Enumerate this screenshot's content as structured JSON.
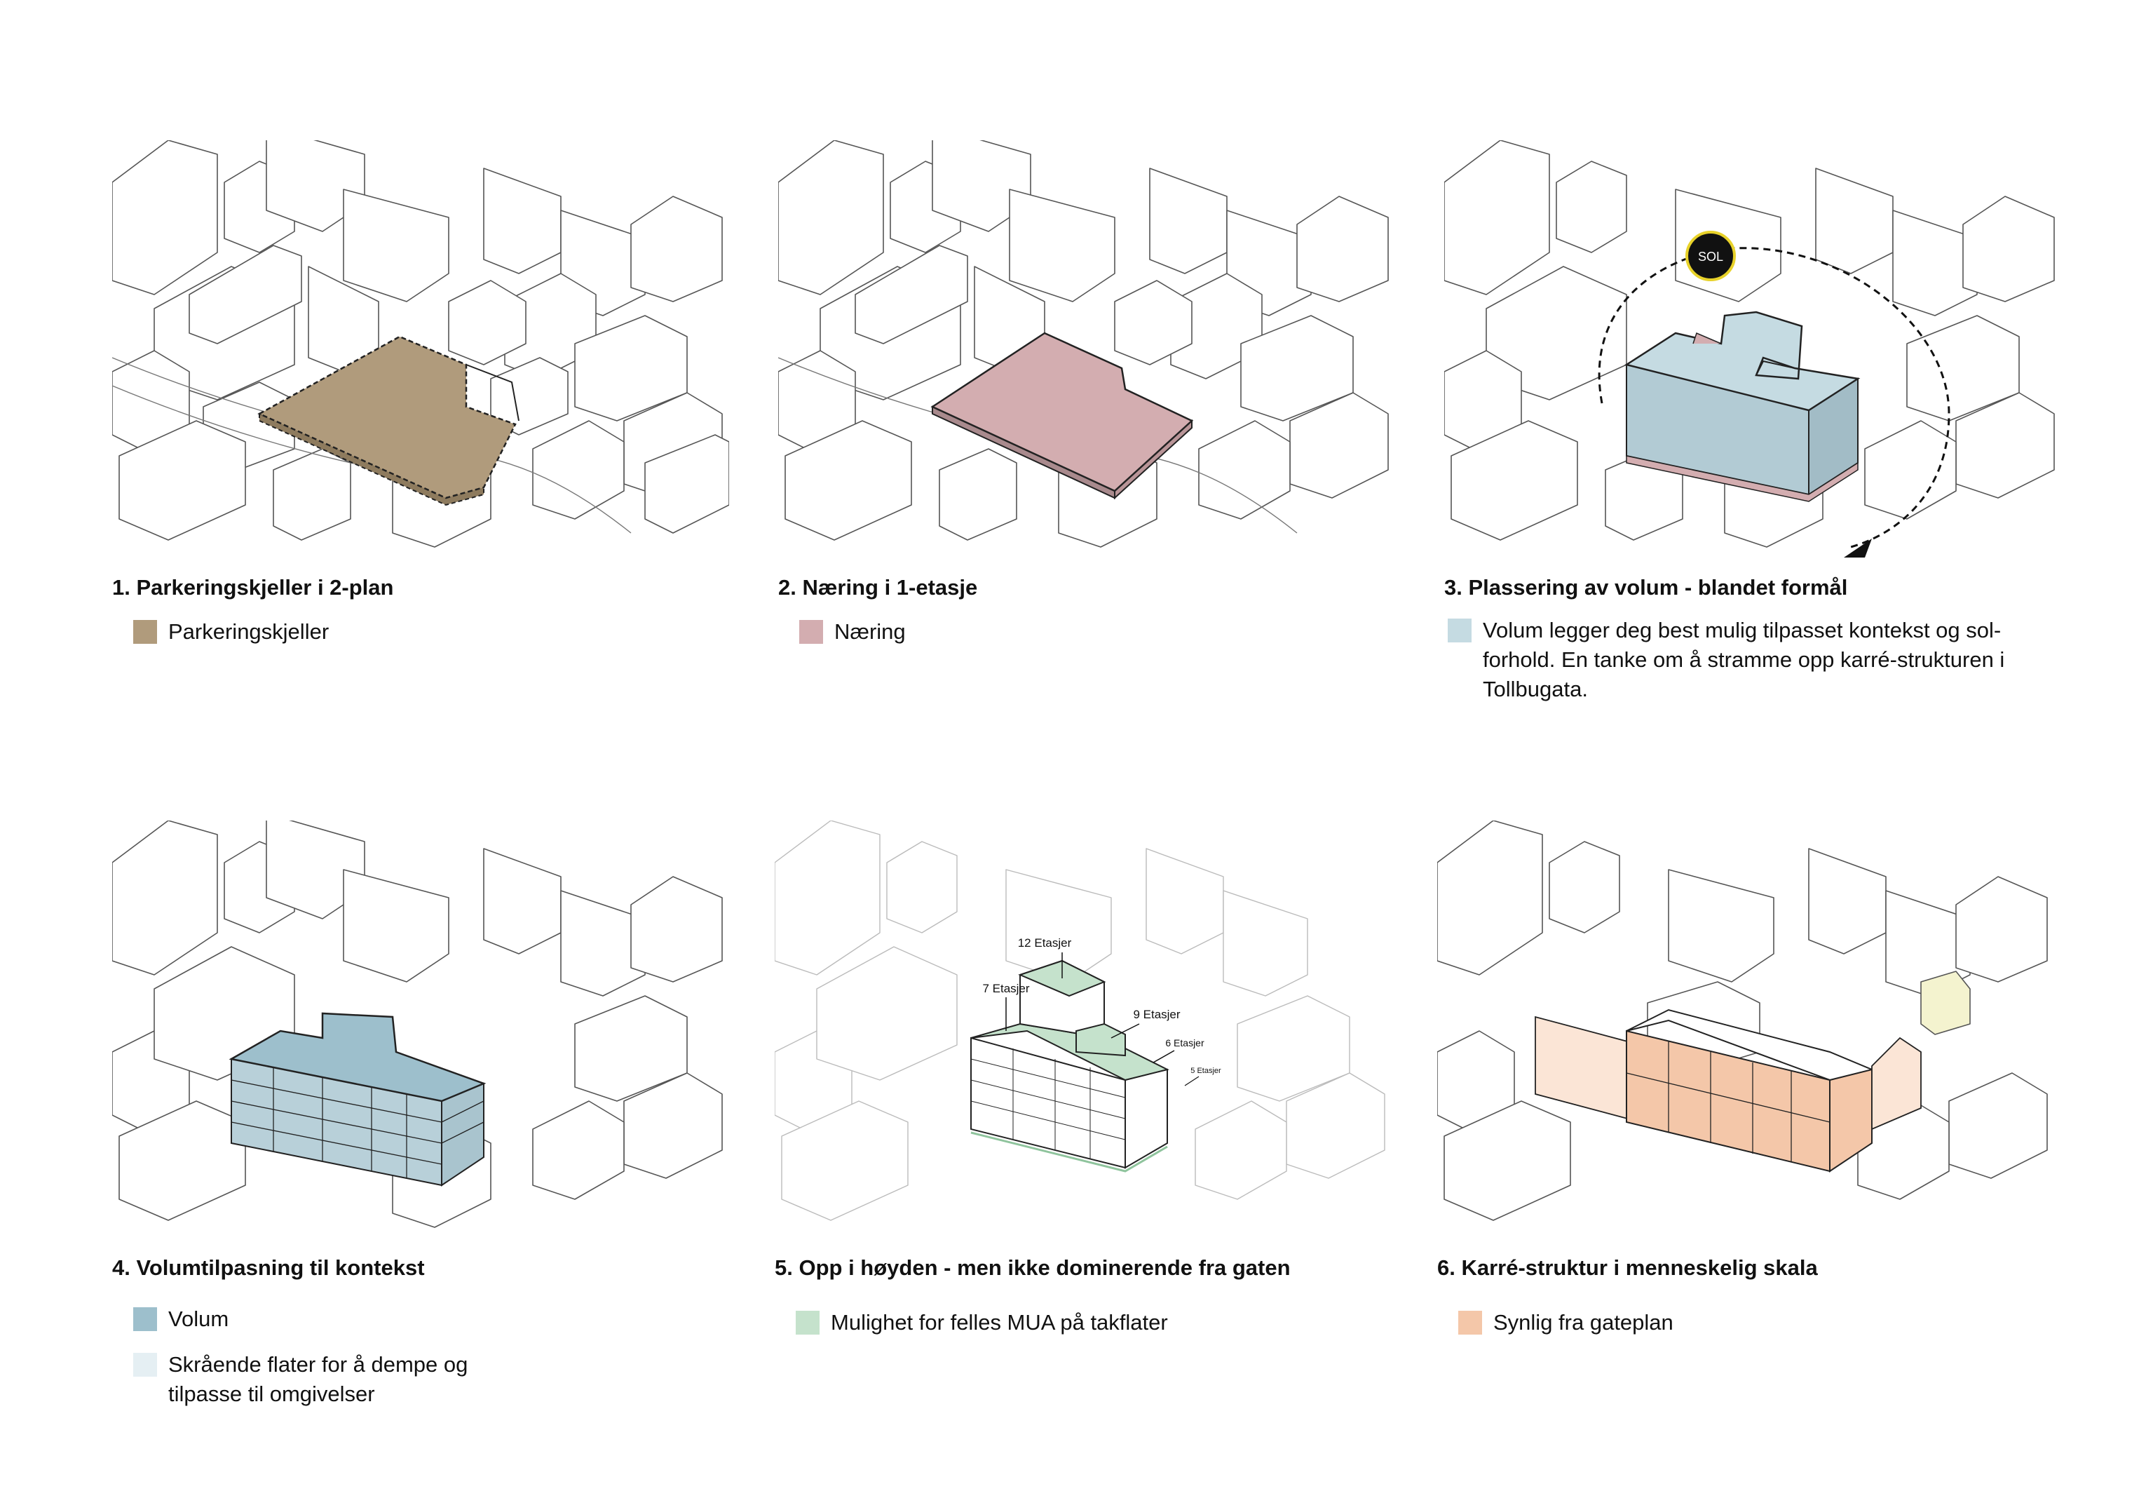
{
  "panels": [
    {
      "title": "1. Parkeringskjeller i 2-plan",
      "legend": [
        {
          "color": "#b09b7c",
          "text": "Parkeringskjeller"
        }
      ]
    },
    {
      "title": "2. Næring i 1-etasje",
      "legend": [
        {
          "color": "#d3adb0",
          "text": "Næring"
        }
      ]
    },
    {
      "title": "3. Plassering av volum - blandet formål",
      "sun_label": "SOL",
      "legend": [
        {
          "color": "#c5dbe2",
          "text": "Volum legger deg best mulig tilpasset kontekst og sol-forhold. En tanke om å stramme opp karré-strukturen i Tollbugata."
        }
      ]
    },
    {
      "title": "4. Volumtilpasning til kontekst",
      "legend": [
        {
          "color": "#9dbfcc",
          "text": "Volum"
        },
        {
          "color": "#e5eff3",
          "text": "Skrående flater for å dempe og tilpasse til omgivelser"
        }
      ]
    },
    {
      "title": "5. Opp i høyden - men ikke dominerende fra gaten",
      "annotations": [
        "12 Etasjer",
        "7 Etasjer",
        "9 Etasjer",
        "6 Etasjer",
        "5 Etasjer"
      ],
      "legend": [
        {
          "color": "#c5e2cc",
          "text": "Mulighet for felles MUA på takflater"
        }
      ]
    },
    {
      "title": "6. Karré-struktur i menneskelig skala",
      "legend": [
        {
          "color": "#f4c7a9",
          "text": "Synlig fra gateplan"
        }
      ]
    }
  ],
  "colors": {
    "line": "#444444",
    "faint_line": "#bbbbbb",
    "parking": "#b09b7c",
    "commercial": "#d3adb0",
    "volume": "#c5dbe2",
    "volume_dark": "#9dbfcc",
    "roof_green": "#c5e2cc",
    "roof_green_dark": "#8fc49d",
    "orange": "#f4c7a9",
    "sun": "#111111",
    "sun_ring": "#e8d22a"
  }
}
